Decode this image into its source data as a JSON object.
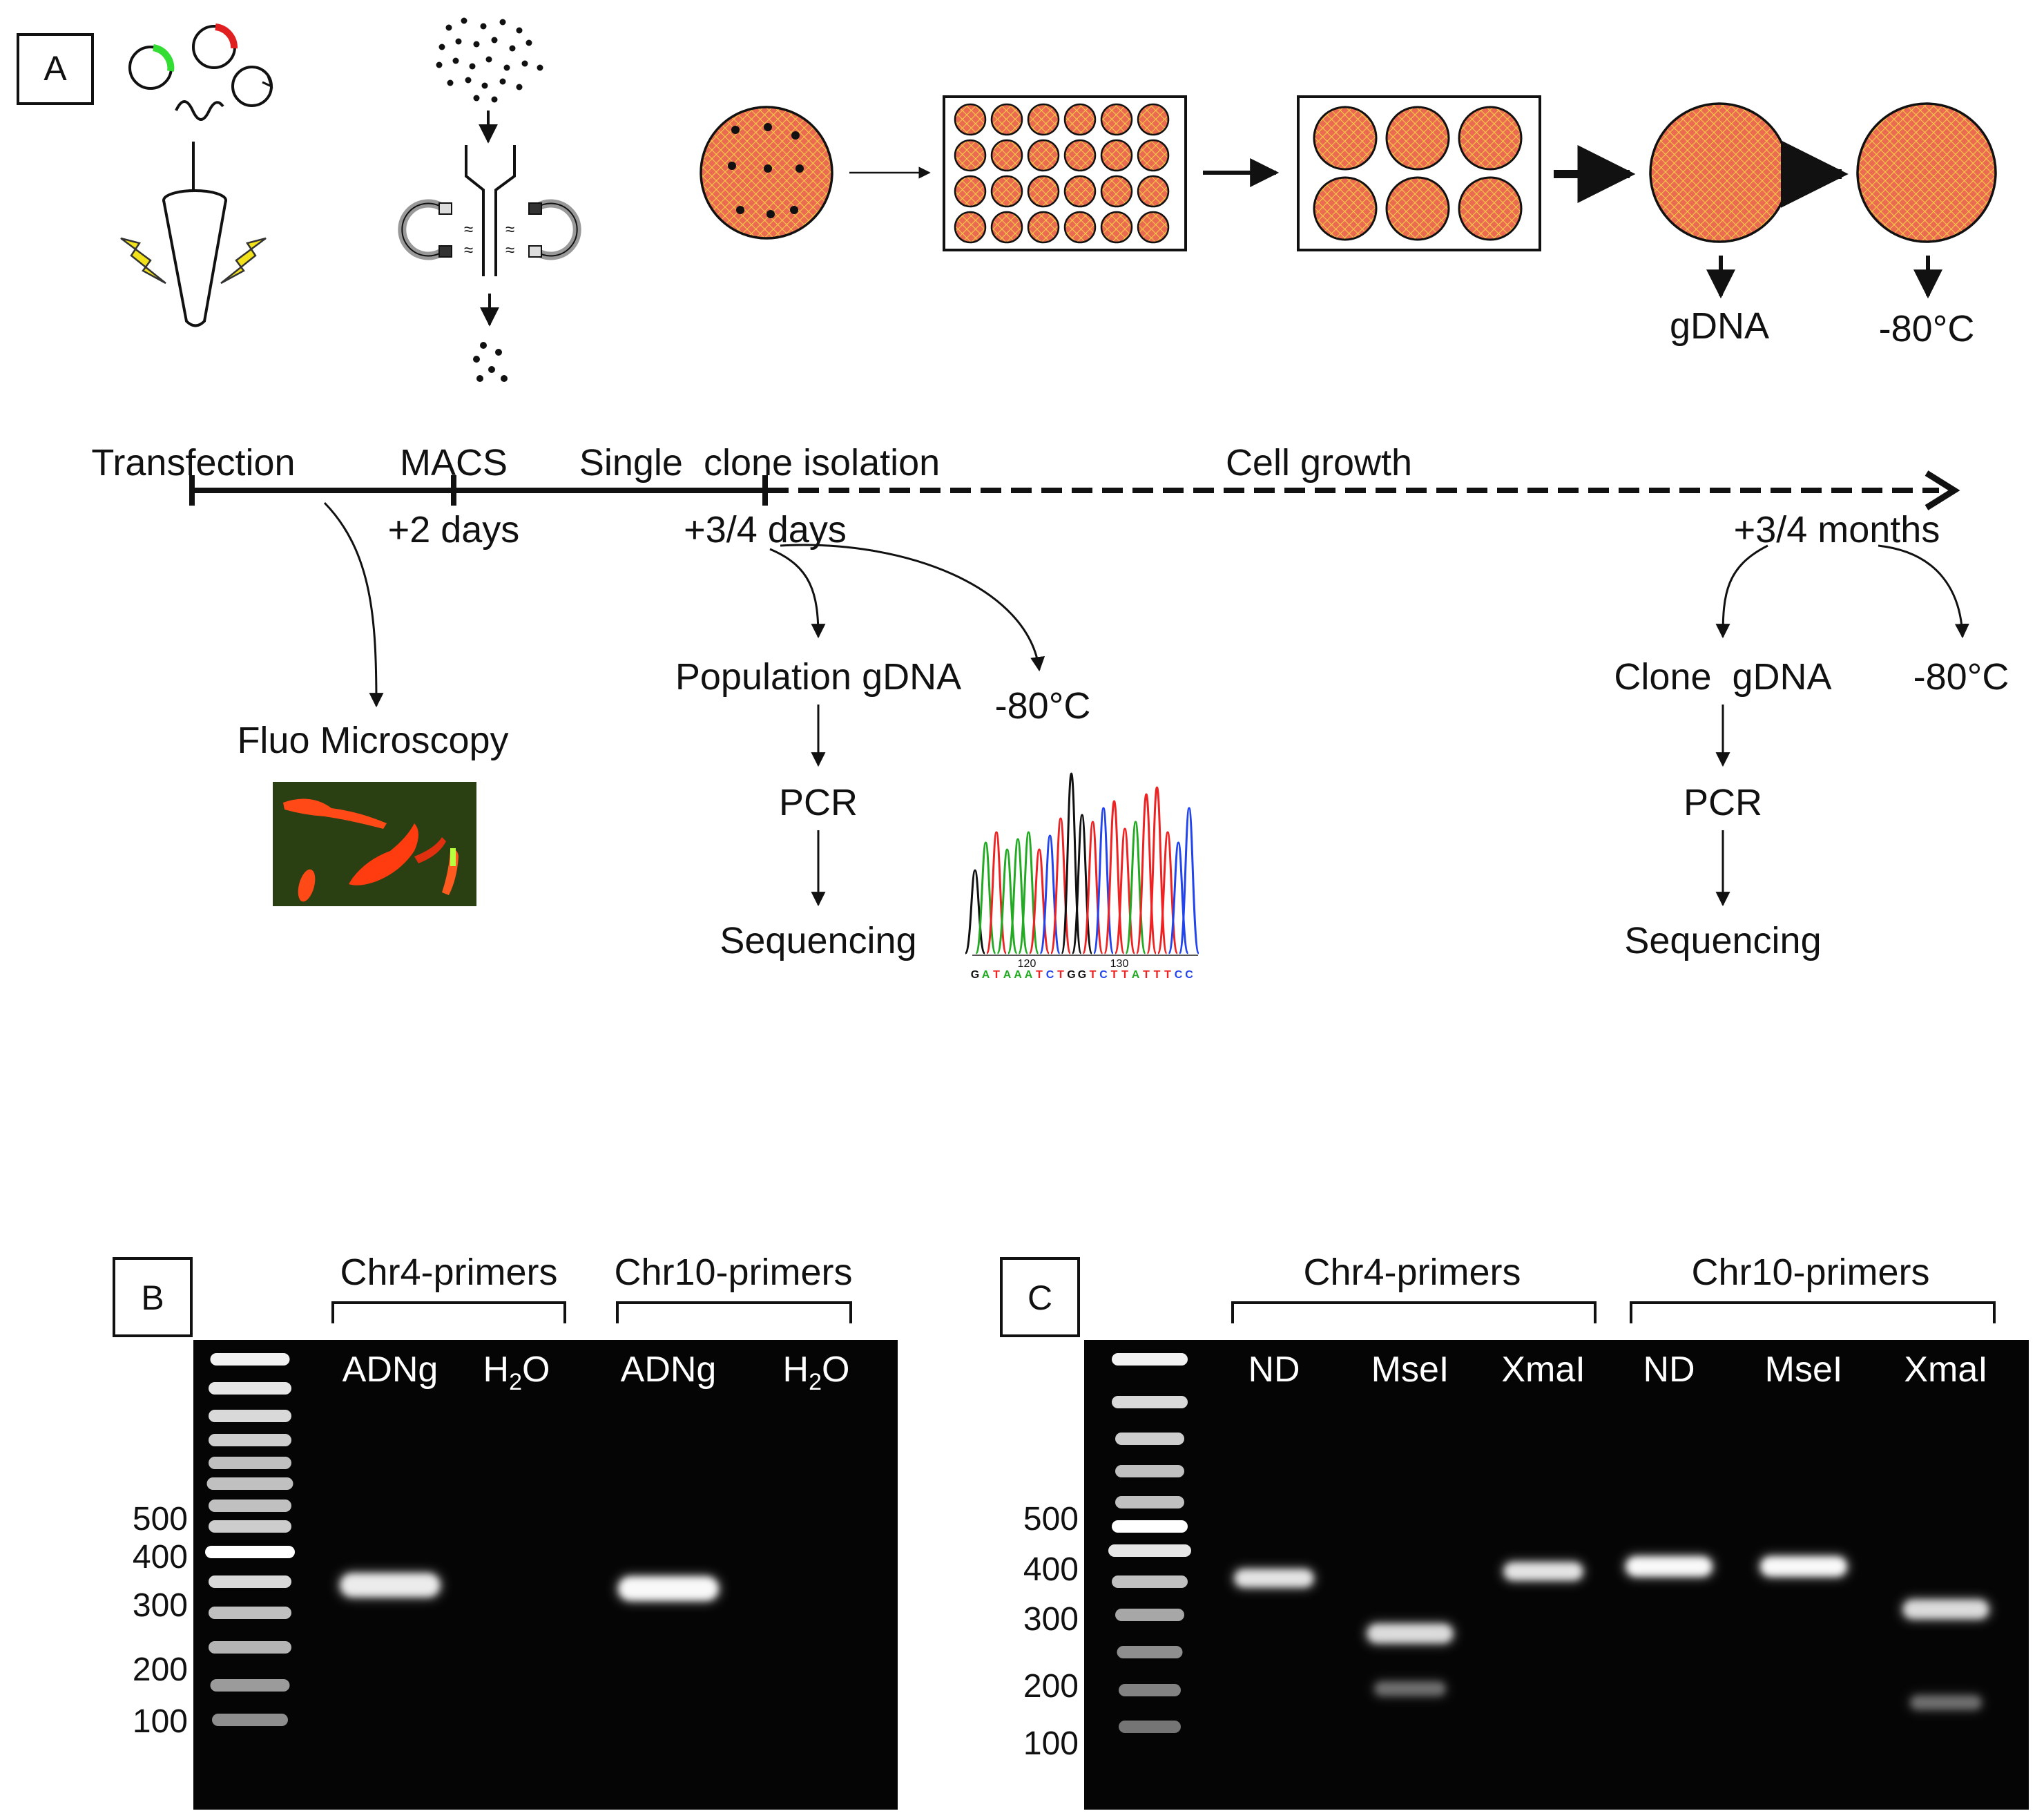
{
  "panel_a": {
    "letter": "A",
    "timeline": {
      "stages": [
        "Transfection",
        "MACS",
        "Single  clone isolation",
        "Cell growth"
      ],
      "times": [
        "+2 days",
        "+3/4 days",
        "+3/4 months"
      ]
    },
    "top_labels": {
      "gdna": "gDNA",
      "freeze": "-80°C"
    },
    "population_branch": {
      "gdna": "Population gDNA",
      "freeze": "-80°C",
      "pcr": "PCR",
      "sequencing": "Sequencing"
    },
    "microscopy_label": "Fluo Microscopy",
    "chromatogram": {
      "ticks": [
        "120",
        "130"
      ],
      "sequence": "GATAAATCTGGTCTTATTTCC"
    },
    "clone_branch": {
      "gdna": "Clone  gDNA",
      "freeze": "-80°C",
      "pcr": "PCR",
      "sequencing": "Sequencing"
    }
  },
  "panel_b": {
    "letter": "B",
    "groups": [
      "Chr4-primers",
      "Chr10-primers"
    ],
    "lanes": [
      "ADNg",
      "H",
      "ADNg",
      "H"
    ],
    "water_subscript": "2",
    "water_suffix": "O",
    "ladder": [
      "500",
      "400",
      "300",
      "200",
      "100"
    ]
  },
  "panel_c": {
    "letter": "C",
    "groups": [
      "Chr4-primers",
      "Chr10-primers"
    ],
    "lanes": [
      "ND",
      "MseI",
      "XmaI",
      "ND",
      "MseI",
      "XmaI"
    ],
    "ladder": [
      "500",
      "400",
      "300",
      "200",
      "100"
    ]
  },
  "colors": {
    "gel_background": "#050505",
    "plate_fill": "#ea6a52",
    "plate_mesh": "#f4d040",
    "plasmid_green": "#33dd33",
    "plasmid_red": "#e02020",
    "lightning": "#f2e21c",
    "trace_a": "#22aa22",
    "trace_c": "#2244ee",
    "trace_g": "#111111",
    "trace_t": "#ee2222"
  }
}
